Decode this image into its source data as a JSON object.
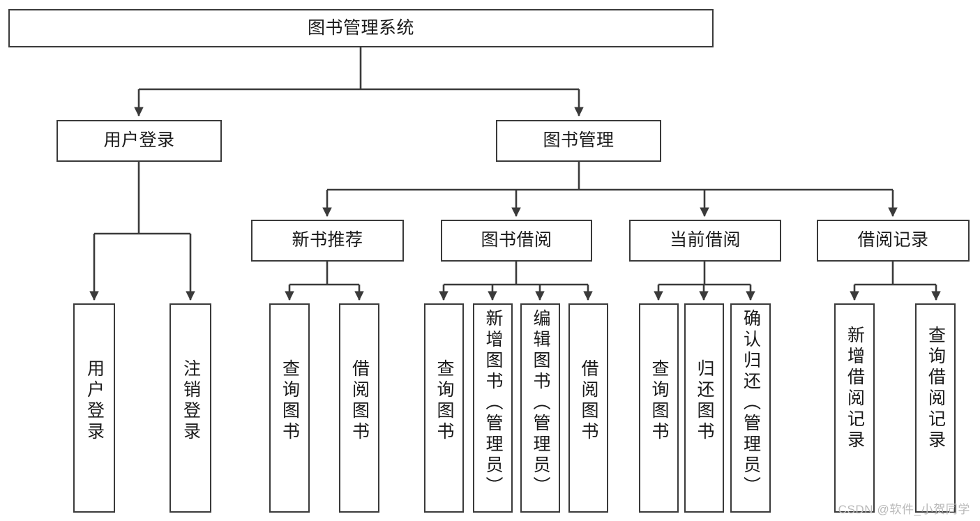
{
  "diagram": {
    "type": "tree-hierarchy",
    "title": "图书管理系统",
    "root": {
      "id": "root",
      "label": "图书管理系统"
    },
    "level2": [
      {
        "id": "user-login",
        "label": "用户登录"
      },
      {
        "id": "book-manage",
        "label": "图书管理"
      }
    ],
    "level3": [
      {
        "id": "new-book-recommend",
        "label": "新书推荐",
        "parent": "book-manage"
      },
      {
        "id": "book-borrow",
        "label": "图书借阅",
        "parent": "book-manage"
      },
      {
        "id": "current-borrow",
        "label": "当前借阅",
        "parent": "book-manage"
      },
      {
        "id": "borrow-record",
        "label": "借阅记录",
        "parent": "book-manage"
      }
    ],
    "leaves": [
      {
        "id": "leaf-user-login",
        "label": "用户登录",
        "parent": "user-login"
      },
      {
        "id": "leaf-logout",
        "label": "注销登录",
        "parent": "user-login"
      },
      {
        "id": "leaf-query-book-1",
        "label": "查询图书",
        "parent": "new-book-recommend"
      },
      {
        "id": "leaf-borrow-book-1",
        "label": "借阅图书",
        "parent": "new-book-recommend"
      },
      {
        "id": "leaf-query-book-2",
        "label": "查询图书",
        "parent": "book-borrow"
      },
      {
        "id": "leaf-add-book",
        "label": "新增图书（管理员）",
        "parent": "book-borrow"
      },
      {
        "id": "leaf-edit-book",
        "label": "编辑图书（管理员）",
        "parent": "book-borrow"
      },
      {
        "id": "leaf-borrow-book-2",
        "label": "借阅图书",
        "parent": "book-borrow"
      },
      {
        "id": "leaf-query-book-3",
        "label": "查询图书",
        "parent": "current-borrow"
      },
      {
        "id": "leaf-return-book",
        "label": "归还图书",
        "parent": "current-borrow"
      },
      {
        "id": "leaf-confirm-return",
        "label": "确认归还（管理员）",
        "parent": "current-borrow"
      },
      {
        "id": "leaf-add-record",
        "label": "新增借阅记录",
        "parent": "borrow-record"
      },
      {
        "id": "leaf-query-record",
        "label": "查询借阅记录",
        "parent": "borrow-record"
      }
    ],
    "colors": {
      "box_border": "#3a3a3a",
      "box_fill": "#ffffff",
      "connector": "#3a3a3a",
      "text": "#1a1a1a",
      "watermark": "#b9b9b9"
    }
  },
  "watermark": {
    "text": "CSDN @软件_小贺同学"
  }
}
